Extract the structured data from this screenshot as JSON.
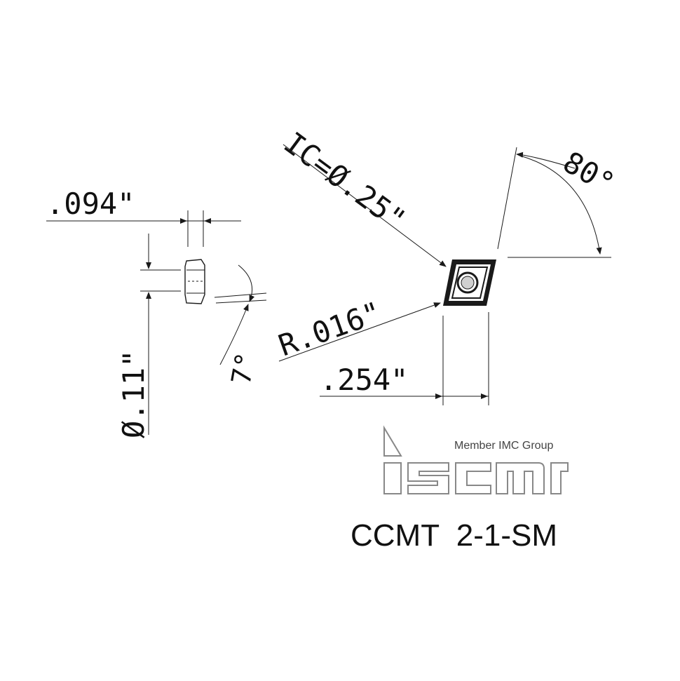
{
  "drawing": {
    "thickness": ".094\"",
    "hole_diameter": "Ø.11\"",
    "clearance_angle": "7°",
    "corner_radius": "R.016\"",
    "inscribed_circle": "IC=Ø.25\"",
    "cutting_edge_length": ".254\"",
    "insert_angle": "80°"
  },
  "logo": {
    "wordmark": "iscar",
    "tagline": "Member IMC Group"
  },
  "part_number": "CCMT  2-1-SM",
  "colors": {
    "line": "#1a1a1a",
    "background": "#ffffff",
    "logo_gray": "#888888"
  }
}
